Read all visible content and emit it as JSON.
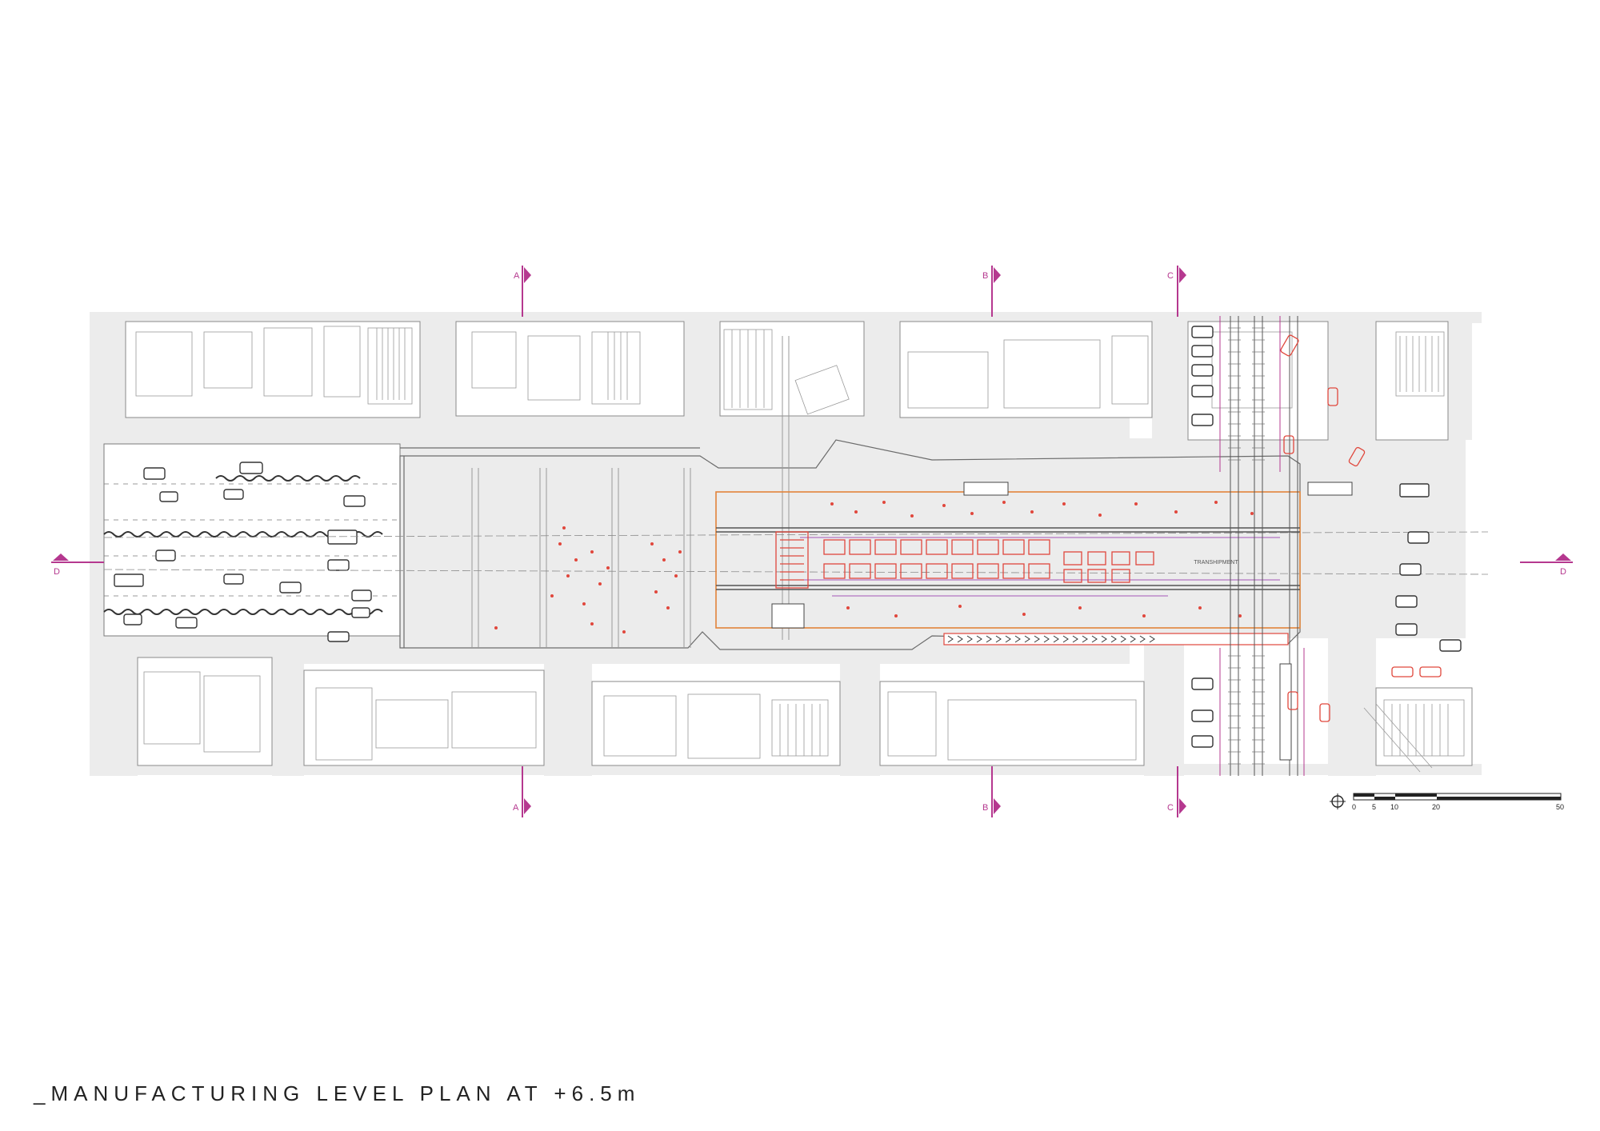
{
  "title": "_MANUFACTURING LEVEL PLAN AT +6.5m",
  "section_markers": {
    "top": [
      "A",
      "B",
      "C"
    ],
    "bottom": [
      "A",
      "B",
      "C"
    ],
    "left": "D",
    "right": "D"
  },
  "station_label": "TRANSHIPMENT",
  "scale_bar": {
    "ticks": [
      "0",
      "5",
      "10",
      "20",
      "50"
    ]
  },
  "colors": {
    "marker": "#b5388f",
    "street": "#ececec",
    "linework": "#6b6b6b",
    "red_markup": "#e0473c",
    "purple_markup": "#a356b8",
    "orange_outline": "#e2843a",
    "title_text": "#222222"
  },
  "icons": {
    "north_arrow": "north-arrow-icon",
    "section_marker": "section-arrow-icon"
  }
}
